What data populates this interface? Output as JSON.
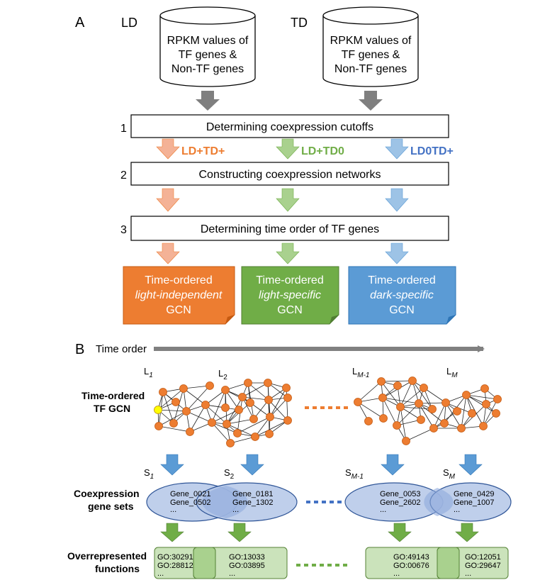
{
  "panel_a": {
    "label": "A",
    "databases": [
      {
        "title": "LD",
        "lines": [
          "RPKM values of",
          "TF genes &",
          "Non-TF genes"
        ]
      },
      {
        "title": "TD",
        "lines": [
          "RPKM values of",
          "TF genes &",
          "Non-TF genes"
        ]
      }
    ],
    "steps": [
      {
        "number": "1",
        "label": "Determining coexpression cutoffs"
      },
      {
        "number": "2",
        "label": "Constructing coexpression networks"
      },
      {
        "number": "3",
        "label": "Determining time order of TF genes"
      }
    ],
    "categories": [
      {
        "label": "LD+TD+",
        "color": "#ed7d31",
        "arrow": "#f4b296"
      },
      {
        "label": "LD+TD0",
        "color": "#70ad47",
        "arrow": "#a9d18e"
      },
      {
        "label": "LD0TD+",
        "color": "#4472c4",
        "arrow": "#9dc3e6"
      }
    ],
    "outputs": [
      {
        "line1": "Time-ordered",
        "line2": "light-independent",
        "line3": "GCN",
        "color": "#ed7d31"
      },
      {
        "line1": "Time-ordered",
        "line2": "light-specific",
        "line3": "GCN",
        "color": "#70ad47"
      },
      {
        "line1": "Time-ordered",
        "line2": "dark-specific",
        "line3": "GCN",
        "color": "#5b9bd5"
      }
    ]
  },
  "panel_b": {
    "label": "B",
    "time_order": "Time order",
    "row_labels": {
      "gcn": [
        "Time-ordered",
        "TF GCN"
      ],
      "sets": [
        "Coexpression",
        "gene sets"
      ],
      "functions": [
        "Overrepresented",
        "functions"
      ]
    },
    "layers": [
      {
        "base": "L",
        "sub": "1"
      },
      {
        "base": "L",
        "sub": "2"
      },
      {
        "base": "L",
        "sub": "M-1"
      },
      {
        "base": "L",
        "sub": "M"
      }
    ],
    "sets": [
      {
        "base": "S",
        "sub": "1",
        "genes": [
          "Gene_0021",
          "Gene_0502",
          "..."
        ]
      },
      {
        "base": "S",
        "sub": "2",
        "genes": [
          "Gene_0181",
          "Gene_1302",
          "..."
        ]
      },
      {
        "base": "S",
        "sub": "M-1",
        "genes": [
          "Gene_0053",
          "Gene_2602",
          "..."
        ]
      },
      {
        "base": "S",
        "sub": "M",
        "genes": [
          "Gene_0429",
          "Gene_1007",
          "..."
        ]
      }
    ],
    "functions": [
      {
        "terms": [
          "GO:30291",
          "GO:28812",
          "..."
        ]
      },
      {
        "terms": [
          "GO:13033",
          "GO:03895",
          "..."
        ]
      },
      {
        "terms": [
          "GO:49143",
          "GO:00676",
          "..."
        ]
      },
      {
        "terms": [
          "GO:12051",
          "GO:29647",
          "..."
        ]
      }
    ],
    "colors": {
      "node": "#ed7d31",
      "highlight_node": "#ffff00",
      "set_fill": "#b4c7e7",
      "set_stroke": "#2f5597",
      "func_fill": "#c5e0b4",
      "func_stroke": "#548235",
      "blue_arrow": "#5b9bd5",
      "green_arrow": "#70ad47",
      "gcn_dots": "#ed7d31",
      "set_dots": "#4472c4",
      "func_dots": "#70ad47",
      "time_arrow": "#808080"
    }
  }
}
